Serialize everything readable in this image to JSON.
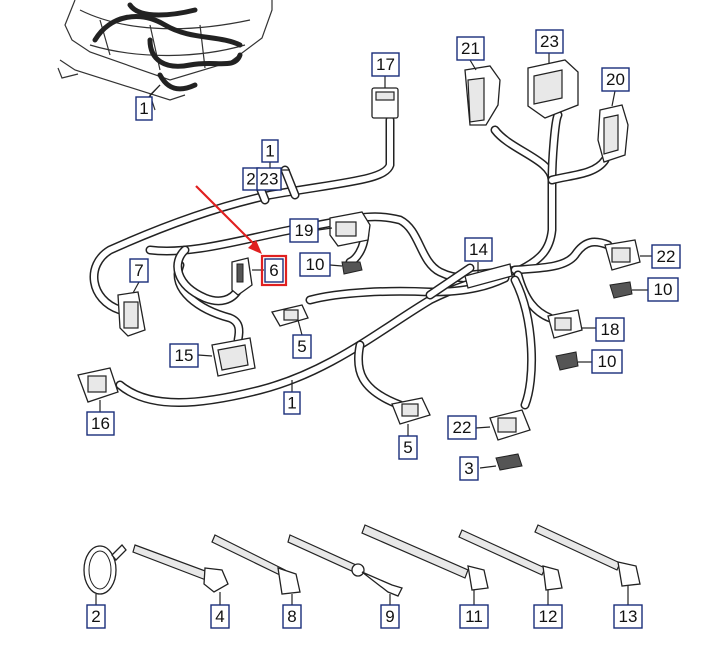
{
  "labels": {
    "l1a": "1",
    "l1b": "1",
    "l1c": "1",
    "l2": "2",
    "l2top": "2",
    "l3": "3",
    "l4": "4",
    "l5a": "5",
    "l5b": "5",
    "l6": "6",
    "l7": "7",
    "l8": "8",
    "l9": "9",
    "l10a": "10",
    "l10b": "10",
    "l10c": "10",
    "l11": "11",
    "l12": "12",
    "l13": "13",
    "l14": "14",
    "l15": "15",
    "l16": "16",
    "l17": "17",
    "l18": "18",
    "l19": "19",
    "l20": "20",
    "l21": "21",
    "l22a": "22",
    "l22b": "22",
    "l23a": "23",
    "l23top": "23"
  },
  "highlight": {
    "label": "6",
    "color": "#e02020"
  },
  "colors": {
    "label_border": "#1a2e7a",
    "line": "#222222"
  }
}
